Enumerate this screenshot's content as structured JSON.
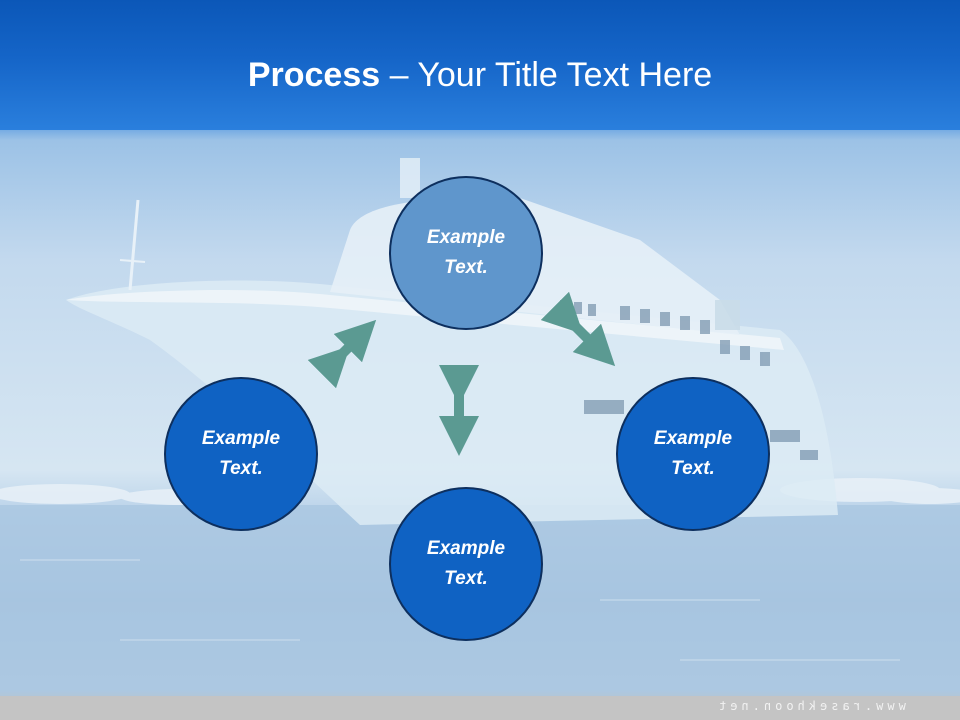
{
  "title": {
    "bold": "Process",
    "rest": " – Your Title Text Here"
  },
  "nodes": [
    {
      "id": "top",
      "line1": "Example",
      "line2": "Text."
    },
    {
      "id": "left",
      "line1": "Example",
      "line2": "Text."
    },
    {
      "id": "right",
      "line1": "Example",
      "line2": "Text."
    },
    {
      "id": "bottom",
      "line1": "Example",
      "line2": "Text."
    }
  ],
  "watermark": "www.rasekhoon.net",
  "colors": {
    "title_band": "#1565c8",
    "node_fill": "#0f62c3",
    "node_top_fill": "#5f96cc",
    "arrow": "#5b9a92",
    "node_border": "#0d2f5e"
  }
}
